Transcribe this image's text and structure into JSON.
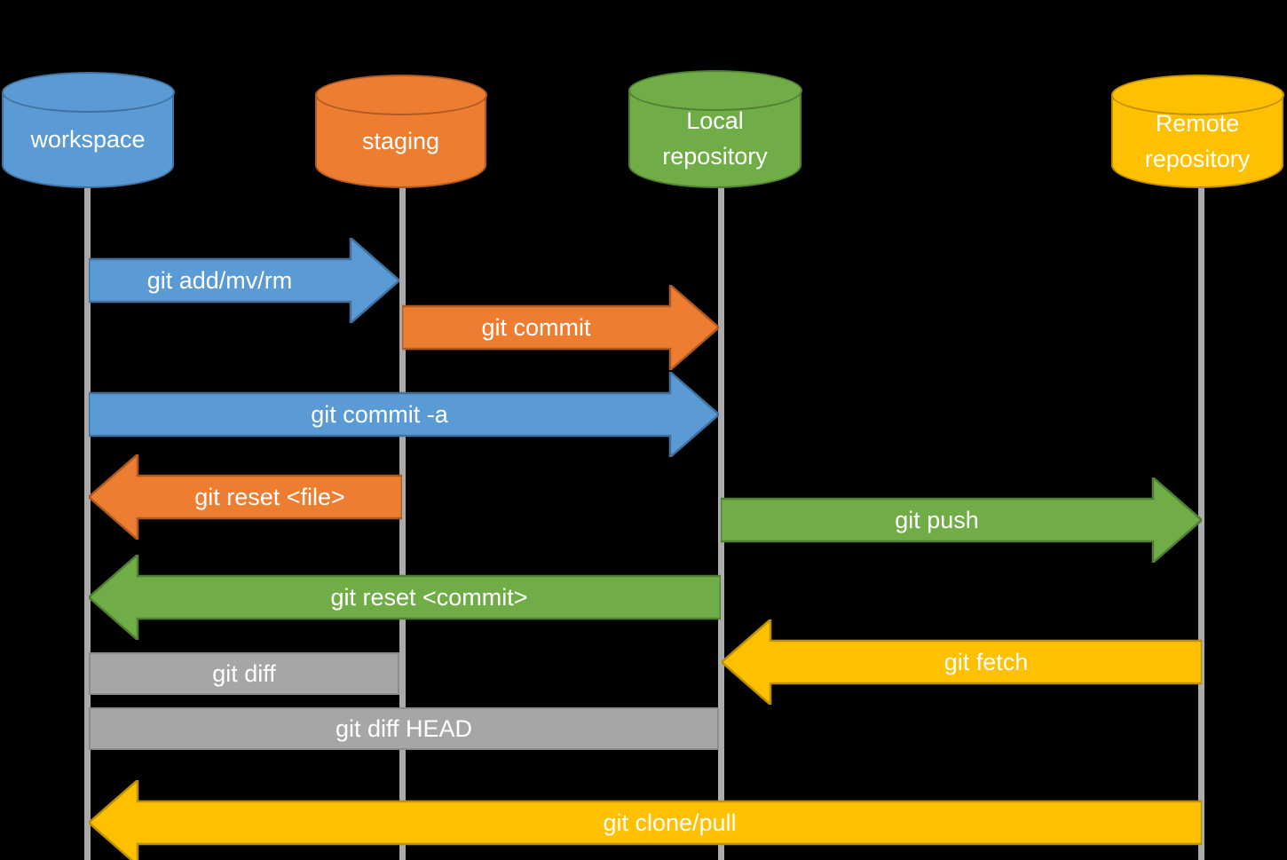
{
  "colors": {
    "background": "#000000",
    "text": "#FFFFFF",
    "blue": "#5B9BD5",
    "blue_stroke": "#41719C",
    "orange": "#ED7D31",
    "orange_stroke": "#AE5A21",
    "green": "#70AD47",
    "green_stroke": "#507E32",
    "yellow": "#FFC000",
    "yellow_stroke": "#BF9000",
    "gray": "#A6A6A6",
    "lifeline": "#ABABAB"
  },
  "nodes": {
    "workspace": {
      "label": "workspace",
      "color": "#5B9BD5"
    },
    "staging": {
      "label": "staging",
      "color": "#ED7D31"
    },
    "local": {
      "label": "Local repository",
      "color": "#70AD47"
    },
    "remote": {
      "label": "Remote repository",
      "color": "#FFC000"
    }
  },
  "arrows": [
    {
      "label": "git add/mv/rm",
      "from": "workspace",
      "to": "staging",
      "direction": "right",
      "color": "#5B9BD5"
    },
    {
      "label": "git commit",
      "from": "staging",
      "to": "local",
      "direction": "right",
      "color": "#ED7D31"
    },
    {
      "label": "git commit -a",
      "from": "workspace",
      "to": "local",
      "direction": "right",
      "color": "#5B9BD5"
    },
    {
      "label": "git reset <file>",
      "from": "staging",
      "to": "workspace",
      "direction": "left",
      "color": "#ED7D31"
    },
    {
      "label": "git push",
      "from": "local",
      "to": "remote",
      "direction": "right",
      "color": "#70AD47"
    },
    {
      "label": "git reset <commit>",
      "from": "local",
      "to": "workspace",
      "direction": "left",
      "color": "#70AD47"
    },
    {
      "label": "git fetch",
      "from": "remote",
      "to": "local",
      "direction": "left",
      "color": "#FFC000"
    },
    {
      "label": "git clone/pull",
      "from": "remote",
      "to": "workspace",
      "direction": "left",
      "color": "#FFC000"
    }
  ],
  "bars": [
    {
      "label": "git diff",
      "from": "workspace",
      "to": "staging",
      "color": "#A6A6A6"
    },
    {
      "label": "git diff HEAD",
      "from": "workspace",
      "to": "local",
      "color": "#A6A6A6"
    }
  ]
}
